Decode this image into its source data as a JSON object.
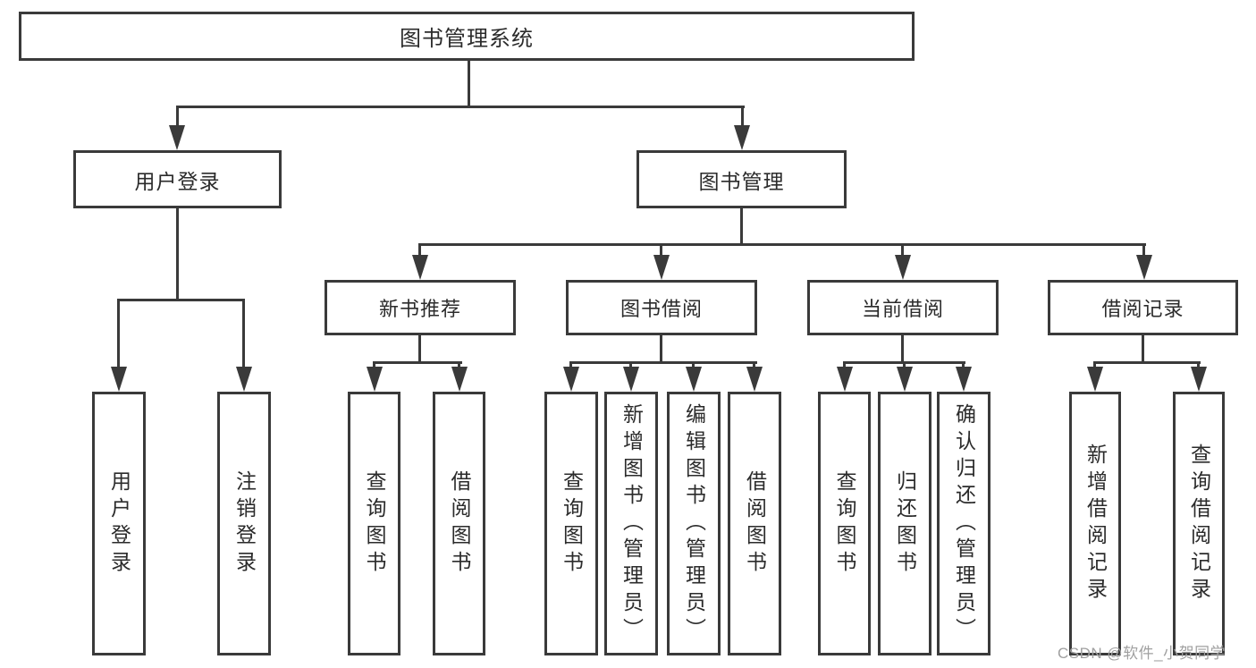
{
  "colors": {
    "line": "#3a3a3a",
    "text": "#2b2b2b",
    "background": "#ffffff",
    "watermark": "#a0a0a0"
  },
  "watermark": "CSDN @软件_小贺同学",
  "tree": {
    "root": {
      "label": "图书管理系统",
      "children": [
        {
          "label": "用户登录",
          "children": [
            {
              "label": "用户登录"
            },
            {
              "label": "注销登录"
            }
          ]
        },
        {
          "label": "图书管理",
          "children": [
            {
              "label": "新书推荐",
              "children": [
                {
                  "label": "查询图书"
                },
                {
                  "label": "借阅图书"
                }
              ]
            },
            {
              "label": "图书借阅",
              "children": [
                {
                  "label": "查询图书"
                },
                {
                  "label": "新增图书（管理员）"
                },
                {
                  "label": "编辑图书（管理员）"
                },
                {
                  "label": "借阅图书"
                }
              ]
            },
            {
              "label": "当前借阅",
              "children": [
                {
                  "label": "查询图书"
                },
                {
                  "label": "归还图书"
                },
                {
                  "label": "确认归还（管理员）"
                }
              ]
            },
            {
              "label": "借阅记录",
              "children": [
                {
                  "label": "新增借阅记录"
                },
                {
                  "label": "查询借阅记录"
                }
              ]
            }
          ]
        }
      ]
    }
  }
}
